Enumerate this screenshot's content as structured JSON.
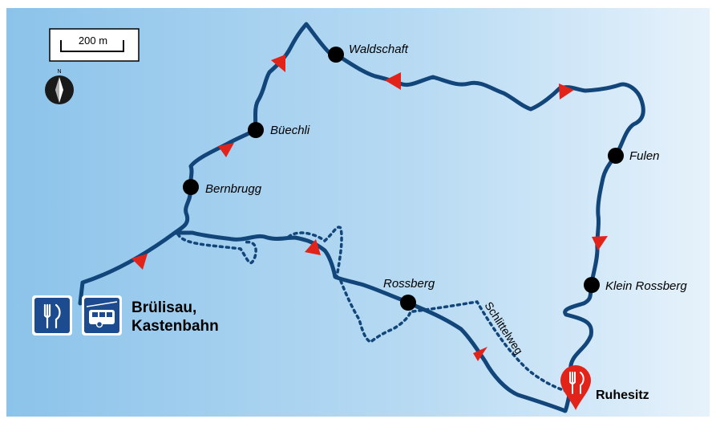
{
  "scale_bar": {
    "label": "200 m"
  },
  "compass": {
    "north_label": "N"
  },
  "places": {
    "waldschaft": "Waldschaft",
    "buechli": "Büechli",
    "bernbrugg": "Bernbrugg",
    "fulen": "Fulen",
    "klein_rossberg": "Klein Rossberg",
    "rossberg": "Rossberg",
    "schlittelweg": "Schlittelweg",
    "ruhesitz": "Ruhesitz"
  },
  "start": {
    "line1": "Brülisau,",
    "line2": "Kastenbahn"
  },
  "icons": [
    "restaurant-icon",
    "cable-car-icon"
  ],
  "colors": {
    "route": "#12457a",
    "arrow": "#e2231a",
    "marker": "#e2231a",
    "sign": "#1c4c8f",
    "bg_left": "#8ec5ea",
    "bg_right": "#e3f0fa"
  }
}
